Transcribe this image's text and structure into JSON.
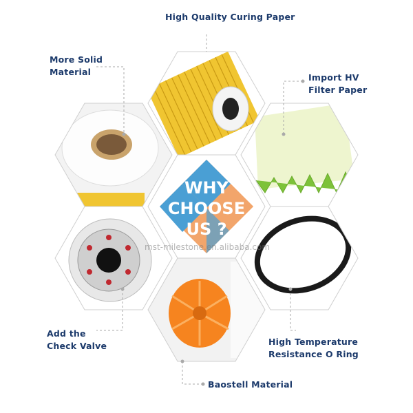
{
  "labels": {
    "top": "High Quality Curing Paper",
    "upper_left": [
      "More Solid",
      "Material"
    ],
    "upper_right": [
      "Import HV",
      "Filter Paper"
    ],
    "lower_left": [
      "Add the",
      "Check Valve"
    ],
    "lower_right": [
      "High Temperature",
      "Resistance O Ring"
    ],
    "bottom": "Baostell Material"
  },
  "center": {
    "line1": "WHY",
    "line2": "CHOOSE",
    "line3": "US ?"
  },
  "watermark": "mst-milestone.en.alibaba.com",
  "colors": {
    "label": "#1c3a6b",
    "blue": "#4a9fd4",
    "orange": "#f2a56b",
    "line": "#aaaaaa"
  }
}
